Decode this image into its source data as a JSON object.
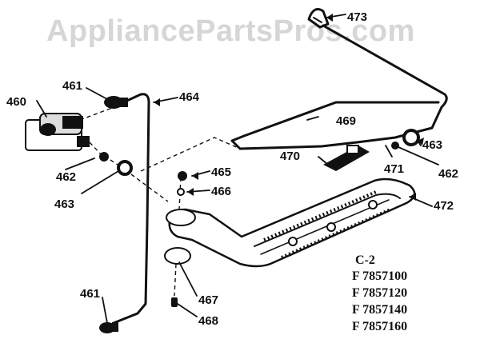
{
  "watermark": "AppliancePartsPros.com",
  "callouts": {
    "p460": "460",
    "p461a": "461",
    "p461b": "461",
    "p462a": "462",
    "p462b": "462",
    "p463a": "463",
    "p463b": "463",
    "p464": "464",
    "p465": "465",
    "p466": "466",
    "p467": "467",
    "p468": "468",
    "p469": "469",
    "p470": "470",
    "p471": "471",
    "p472": "472",
    "p473": "473"
  },
  "models": {
    "section": "C-2",
    "list": [
      "F 7857100",
      "F 7857120",
      "F 7857140",
      "F 7857160"
    ]
  }
}
